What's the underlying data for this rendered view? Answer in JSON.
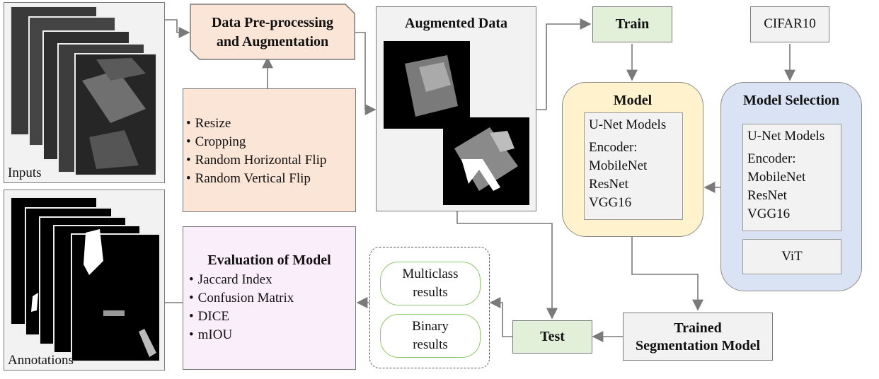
{
  "inputs": {
    "label": "Inputs"
  },
  "annotations": {
    "label": "Annotations"
  },
  "preprocess": {
    "title_line1": "Data Pre-processing",
    "title_line2": "and Augmentation"
  },
  "augment_list": [
    "Resize",
    "Cropping",
    "Random Horizontal Flip",
    "Random Vertical Flip"
  ],
  "augmented": {
    "title": "Augmented Data"
  },
  "train": {
    "label": "Train"
  },
  "cifar": {
    "label": "CIFAR10"
  },
  "model": {
    "title": "Model",
    "line1": "U-Net Models",
    "line2": "Encoder:",
    "line3": "MobileNet",
    "line4": "ResNet",
    "line5": "VGG16"
  },
  "selection": {
    "title": "Model Selection",
    "line1": "U-Net Models",
    "line2": "Encoder:",
    "line3": "MobileNet",
    "line4": "ResNet",
    "line5": "VGG16",
    "vit": "ViT"
  },
  "evaluation": {
    "title": "Evaluation of Model",
    "items": [
      "Jaccard Index",
      "Confusion Matrix",
      "DICE",
      "mIOU"
    ]
  },
  "results": {
    "multi_line1": "Multiclass",
    "multi_line2": "results",
    "binary_line1": "Binary",
    "binary_line2": "results"
  },
  "test": {
    "label": "Test"
  },
  "trained": {
    "line1": "Trained",
    "line2": "Segmentation Model"
  },
  "colors": {
    "peach": "#fbe5d6",
    "pink": "#fbeefb",
    "green": "#e2f0d9",
    "yellow": "#fff2cc",
    "blue": "#dae3f3",
    "gray": "#f2f2f2"
  }
}
